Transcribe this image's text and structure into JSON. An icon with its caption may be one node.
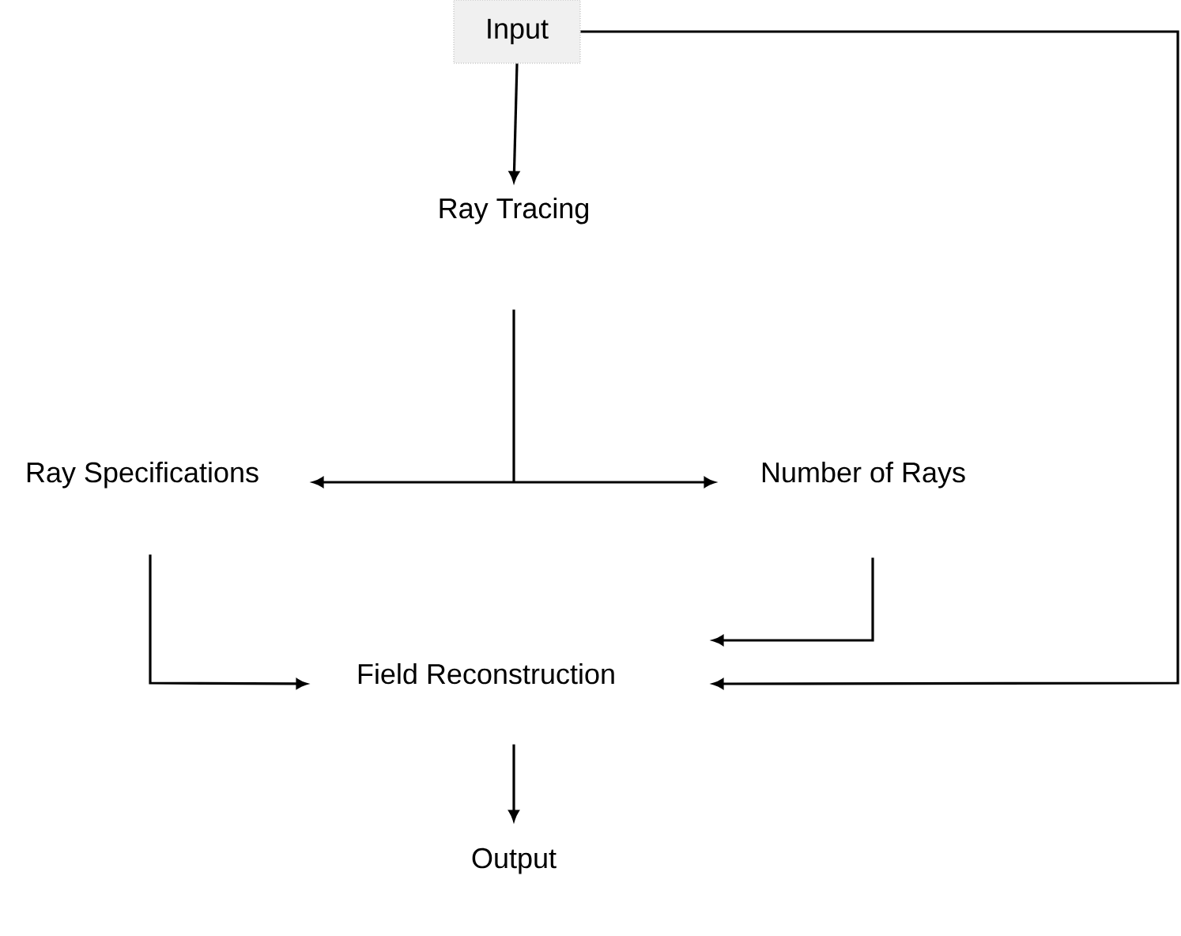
{
  "diagram": {
    "nodes": [
      {
        "text": [
          "Input"
        ]
      },
      {
        "text": [
          "Ray Tracing"
        ]
      },
      {
        "text": [
          "Ray Specifications"
        ]
      },
      {
        "text": [
          "Number of Rays"
        ]
      },
      {
        "text": [
          "Field Reconstruction"
        ]
      },
      {
        "text": [
          "Output"
        ]
      }
    ],
    "edges": [
      {
        "from": 0,
        "to": 1,
        "arrow": "to"
      },
      {
        "from": 1,
        "to": 2,
        "arrow": "to"
      },
      {
        "from": 1,
        "to": 3,
        "arrow": "to"
      },
      {
        "from": 2,
        "to": 4,
        "arrow": "to"
      },
      {
        "from": 3,
        "to": 4,
        "arrow": "to"
      },
      {
        "from": 0,
        "to": 4,
        "arrow": "to"
      },
      {
        "from": 4,
        "to": 5,
        "arrow": "to"
      }
    ]
  }
}
